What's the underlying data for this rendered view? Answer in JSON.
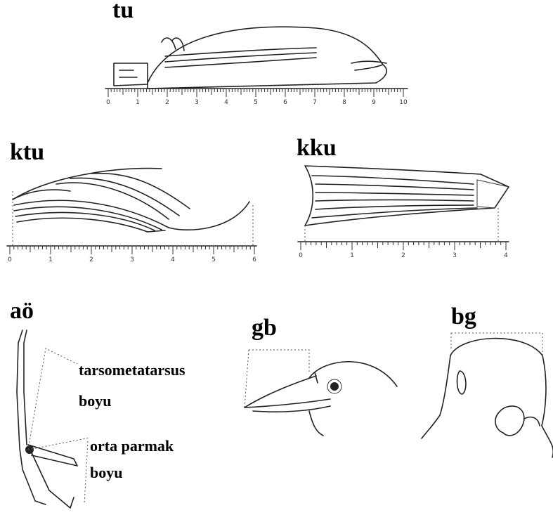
{
  "panels": {
    "tu": {
      "label": "tu",
      "scale_numbers": [
        "0",
        "1",
        "2",
        "3",
        "4",
        "5",
        "6",
        "7",
        "8",
        "9",
        "10"
      ]
    },
    "ktu": {
      "label": "ktu",
      "scale_numbers": [
        "0",
        "1",
        "2",
        "3",
        "4",
        "5",
        "6"
      ]
    },
    "kku": {
      "label": "kku",
      "scale_numbers": [
        "0",
        "1",
        "2",
        "3",
        "4"
      ]
    },
    "ao": {
      "label": "aö",
      "tarsus_label_1": "tarsometatarsus",
      "tarsus_label_2": "boyu",
      "toe_label_1": "orta parmak",
      "toe_label_2": "boyu"
    },
    "gb": {
      "label": "gb"
    },
    "bg": {
      "label": "bg"
    }
  },
  "colors": {
    "ink": "#222222",
    "background": "#ffffff"
  }
}
